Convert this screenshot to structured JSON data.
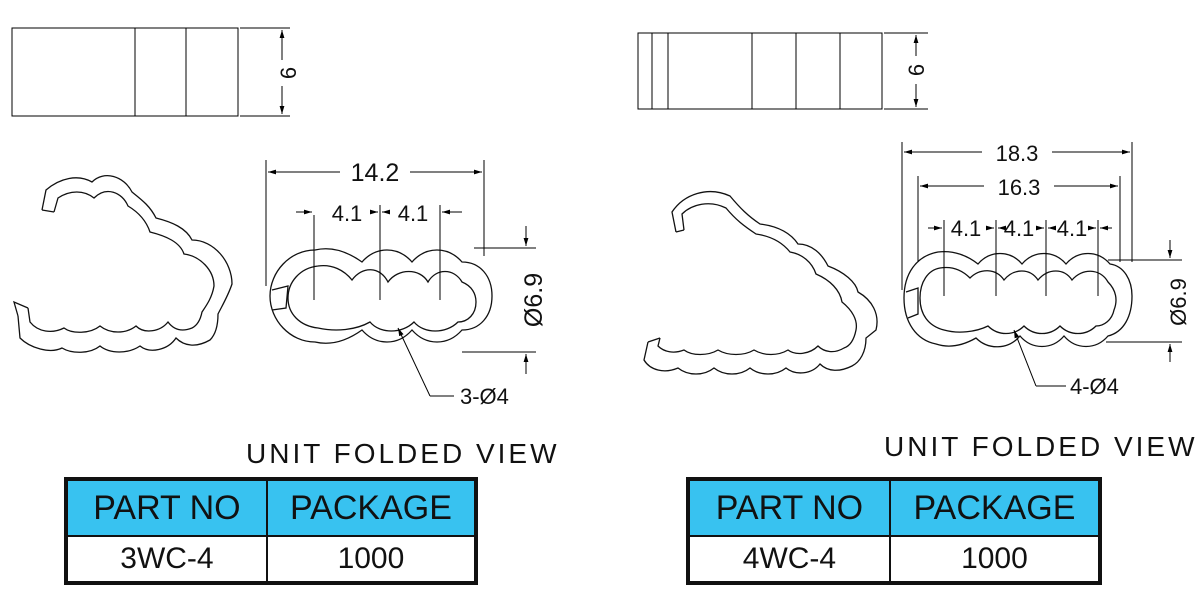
{
  "left": {
    "dims": {
      "height": "6",
      "width": "14.2",
      "pitch_1": "4.1",
      "pitch_2": "4.1",
      "diameter": "Ø6.9",
      "holes": "3-Ø4"
    },
    "caption": "UNIT FOLDED VIEW",
    "table": {
      "headers": [
        "PART NO",
        "PACKAGE"
      ],
      "row": [
        "3WC-4",
        "1000"
      ]
    }
  },
  "right": {
    "dims": {
      "height": "6",
      "width_outer": "18.3",
      "width_inner": "16.3",
      "pitch_1": "4.1",
      "pitch_2": "4.1",
      "pitch_3": "4.1",
      "diameter": "Ø6.9",
      "holes": "4-Ø4"
    },
    "caption": "UNIT FOLDED VIEW",
    "table": {
      "headers": [
        "PART NO",
        "PACKAGE"
      ],
      "row": [
        "4WC-4",
        "1000"
      ]
    }
  },
  "colors": {
    "table_header": "#38c2f0",
    "line": "#000000"
  }
}
